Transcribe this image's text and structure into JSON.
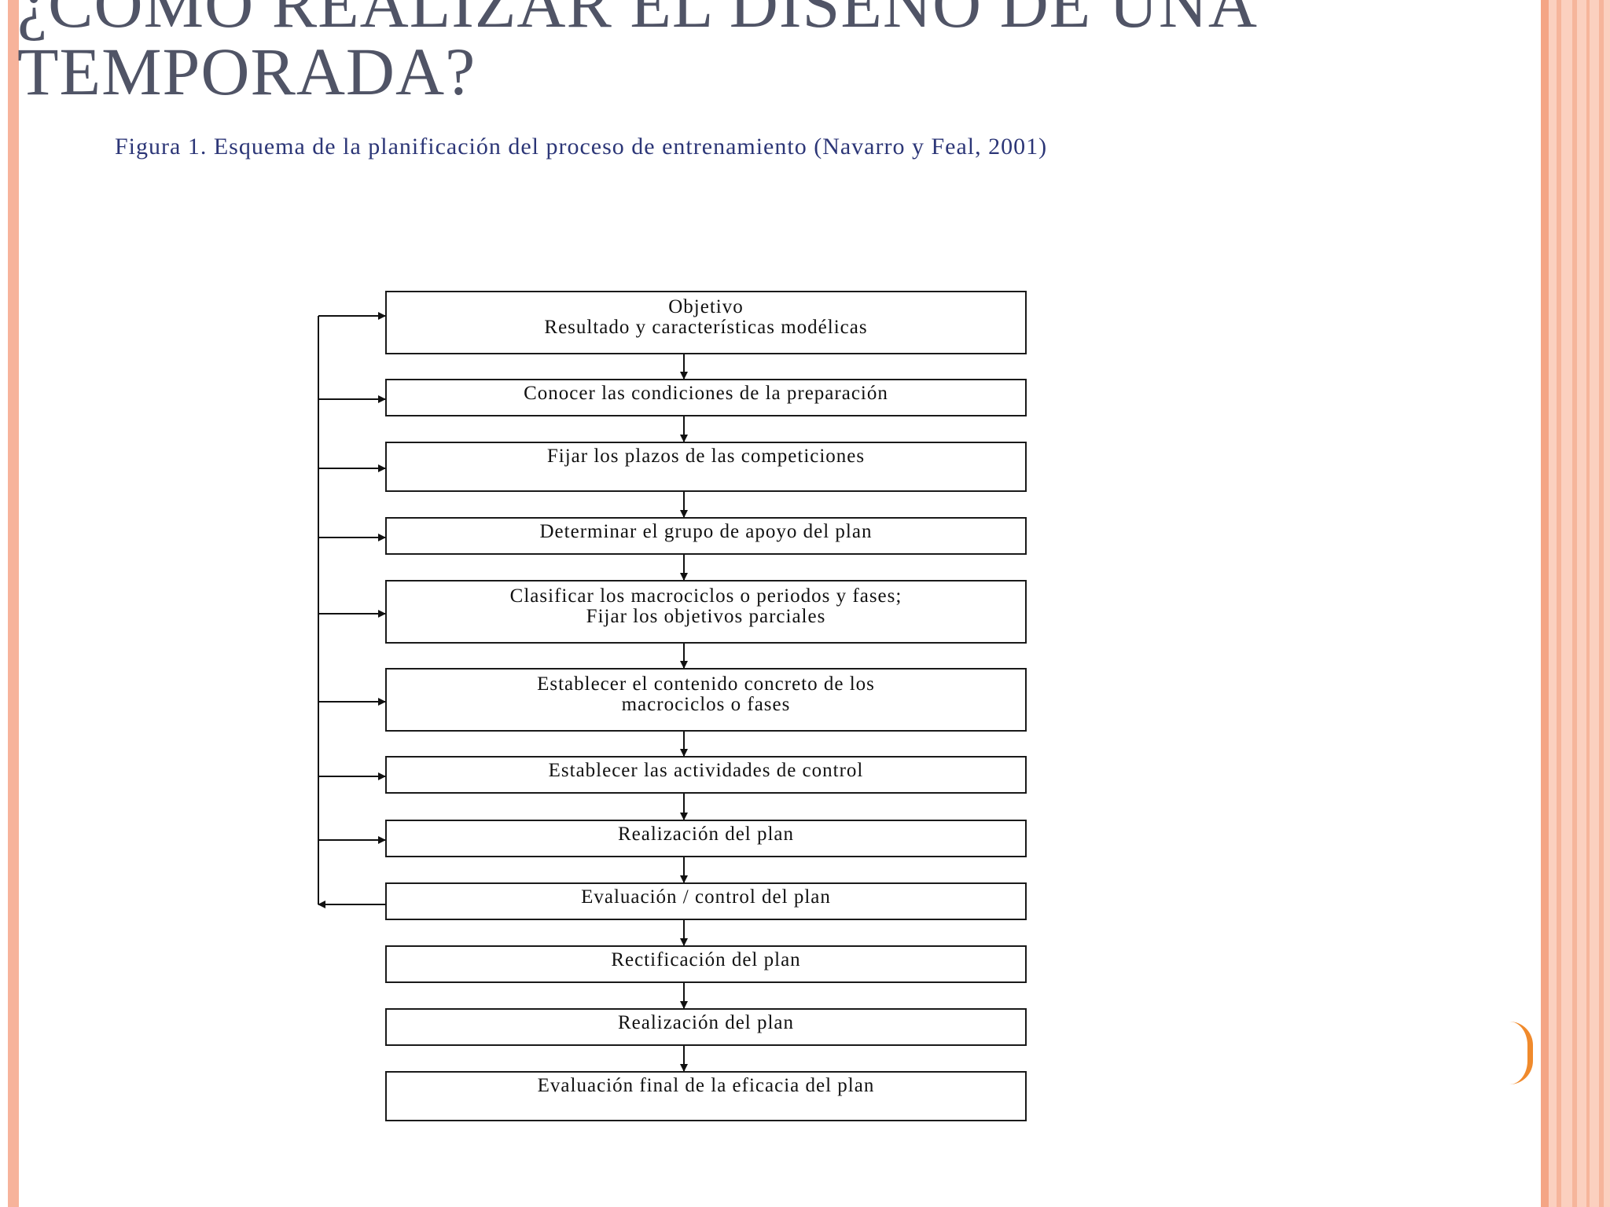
{
  "slide": {
    "title_line1": "¿CÓMO REALIZAR EL DISEÑO DE UNA",
    "title_line2": "TEMPORADA?",
    "figure_caption": "Figura 1. Esquema de la planificación del proceso de entrenamiento (Navarro y Feal, 2001)"
  },
  "flowchart": {
    "steps": [
      {
        "lines": [
          "Objetivo",
          "Resultado y características modélicas"
        ]
      },
      {
        "lines": [
          "Conocer las condiciones de la preparación"
        ]
      },
      {
        "lines": [
          "Fijar los plazos de las competiciones"
        ]
      },
      {
        "lines": [
          "Determinar el grupo de apoyo del plan"
        ]
      },
      {
        "lines": [
          "Clasificar los macrociclos o periodos y fases;",
          "Fijar los objetivos parciales"
        ]
      },
      {
        "lines": [
          "Establecer el contenido concreto de los",
          "macrociclos o fases"
        ]
      },
      {
        "lines": [
          "Establecer las actividades de control"
        ]
      },
      {
        "lines": [
          "Realización del plan"
        ]
      },
      {
        "lines": [
          "Evaluación / control del plan"
        ]
      },
      {
        "lines": [
          "Rectificación del plan"
        ]
      },
      {
        "lines": [
          "Realización del plan"
        ]
      },
      {
        "lines": [
          "Evaluación final de la eficacia del plan"
        ]
      }
    ]
  },
  "colors": {
    "title": "#505466",
    "caption": "#2c3677",
    "accent_bar": "#f7b39b",
    "accent_orange": "#f08a2c"
  }
}
